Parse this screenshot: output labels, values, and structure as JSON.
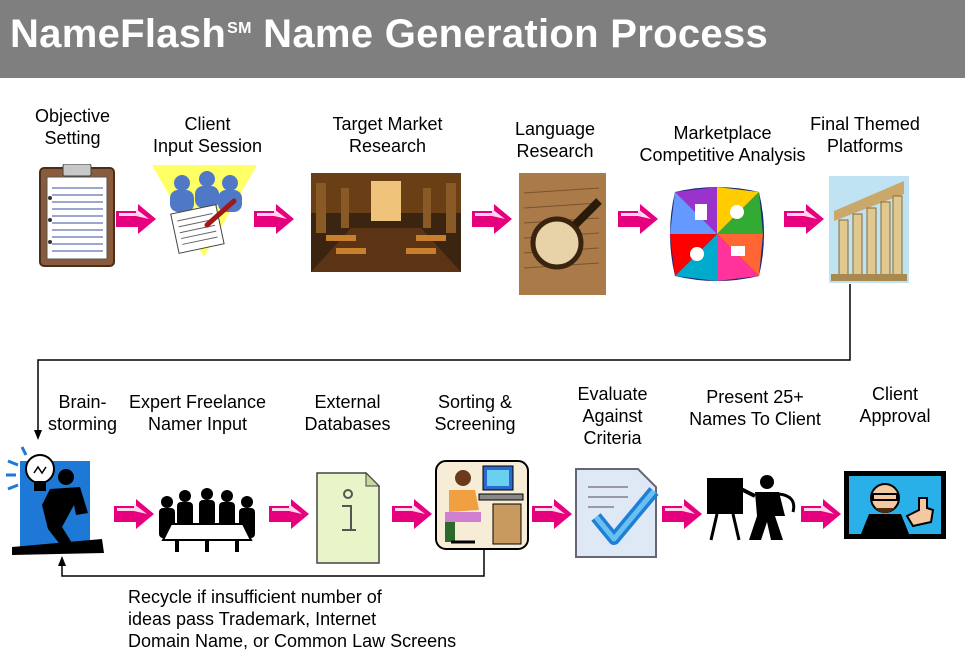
{
  "title": {
    "main": "NameFlash",
    "superscript": "SM",
    "rest": "Name Generation Process"
  },
  "row1": [
    {
      "label": "Objective\nSetting",
      "icon": "clipboard-icon"
    },
    {
      "label": "Client\nInput Session",
      "icon": "meeting-icon"
    },
    {
      "label": "Target Market\nResearch",
      "icon": "library-photo"
    },
    {
      "label": "Language\nResearch",
      "icon": "magnifier-photo"
    },
    {
      "label": "Marketplace\nCompetitive Analysis",
      "icon": "products-collage-icon"
    },
    {
      "label": "Final Themed\nPlatforms",
      "icon": "columns-icon"
    }
  ],
  "row2": [
    {
      "label": "Brain-\nstorming",
      "icon": "lightbulb-person-icon"
    },
    {
      "label": "Expert Freelance\nNamer Input",
      "icon": "team-table-icon"
    },
    {
      "label": "External\nDatabases",
      "icon": "info-document-icon"
    },
    {
      "label": "Sorting &\nScreening",
      "icon": "computer-worker-icon"
    },
    {
      "label": "Evaluate\nAgainst\nCriteria",
      "icon": "checkmark-document-icon"
    },
    {
      "label": "Present 25+\nNames To Client",
      "icon": "presenter-icon"
    },
    {
      "label": "Client\nApproval",
      "icon": "thumbs-up-icon"
    }
  ],
  "recycle_note": "Recycle if insufficient number of\nideas pass Trademark, Internet\nDomain Name, or Common Law Screens",
  "colors": {
    "title_bar": "#7f7f7f",
    "arrow": "#e6007e",
    "arrow_highlight": "#ffd6ec"
  }
}
